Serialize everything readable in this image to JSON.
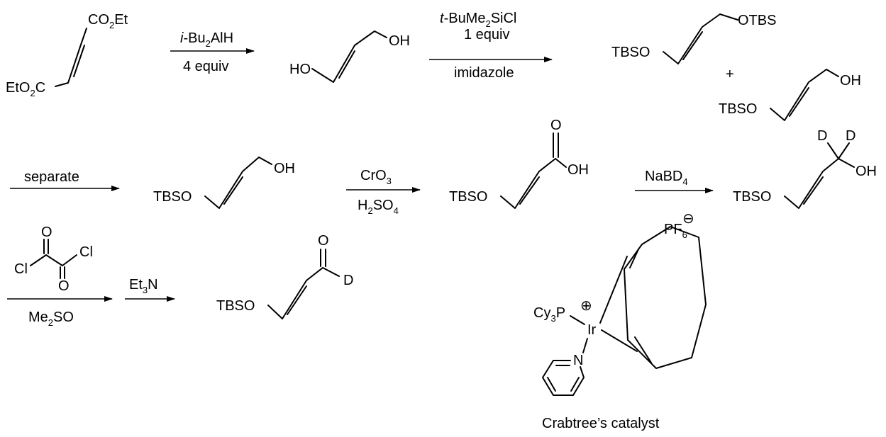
{
  "step1": {
    "reagent_top": "-Bu",
    "reagent_top_prefix": "i",
    "reagent_sub": "2",
    "reagent_tail": "AlH",
    "reagent_bottom": "4 equiv"
  },
  "step2": {
    "reagent_prefix": "t",
    "reagent_line1": "-BuMe",
    "reagent_sub": "2",
    "reagent_tail": "SiCl",
    "reagent_line2": "1 equiv",
    "reagent_bottom": "imidazole"
  },
  "step3": {
    "label": "separate"
  },
  "step4": {
    "top": "CrO",
    "top_sub": "3",
    "bottom": "H",
    "bottom_sub1": "2",
    "bottom_mid": "SO",
    "bottom_sub2": "4"
  },
  "step5": {
    "top": "NaBD",
    "top_sub": "4"
  },
  "step6": {
    "bottom": "Me",
    "bottom_sub": "2",
    "bottom_tail": "SO"
  },
  "step7": {
    "top": "Et",
    "top_sub": "3",
    "top_tail": "N"
  },
  "atoms": {
    "co2et": "CO",
    "sub2": "2",
    "et": "Et",
    "eto2c_a": "EtO",
    "eto2c_b": "C",
    "ho": "HO",
    "oh": "OH",
    "otbs": "OTBS",
    "tbso": "TBSO",
    "plus": "+",
    "o": "O",
    "d": "D",
    "cl": "Cl",
    "pf": "PF",
    "pf_sub": "6",
    "minus": "⊖",
    "plus_circle": "⊕",
    "cy": "Cy",
    "cy_sub": "3",
    "p": "P",
    "ir": "Ir",
    "n": "N"
  },
  "catalyst_label": "Crabtree’s catalyst"
}
